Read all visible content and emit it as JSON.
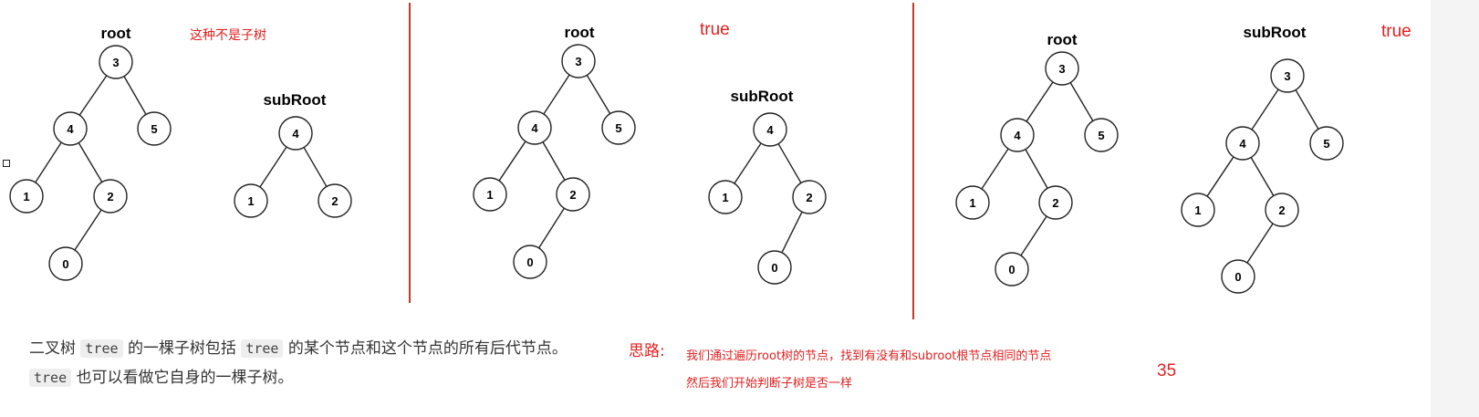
{
  "panels": [
    {
      "trees": [
        {
          "title": "root",
          "nodes": [
            {
              "id": "a",
              "label": "3"
            },
            {
              "id": "b",
              "label": "4"
            },
            {
              "id": "c",
              "label": "5"
            },
            {
              "id": "d",
              "label": "1"
            },
            {
              "id": "e",
              "label": "2"
            },
            {
              "id": "f",
              "label": "0"
            }
          ],
          "edges": [
            [
              "a",
              "b"
            ],
            [
              "a",
              "c"
            ],
            [
              "b",
              "d"
            ],
            [
              "b",
              "e"
            ],
            [
              "e",
              "f"
            ]
          ]
        },
        {
          "title": "subRoot",
          "nodes": [
            {
              "id": "a",
              "label": "4"
            },
            {
              "id": "b",
              "label": "1"
            },
            {
              "id": "c",
              "label": "2"
            }
          ],
          "edges": [
            [
              "a",
              "b"
            ],
            [
              "a",
              "c"
            ]
          ]
        }
      ],
      "note": "这种不是子树"
    },
    {
      "trees": [
        {
          "title": "root",
          "nodes": [
            {
              "id": "a",
              "label": "3"
            },
            {
              "id": "b",
              "label": "4"
            },
            {
              "id": "c",
              "label": "5"
            },
            {
              "id": "d",
              "label": "1"
            },
            {
              "id": "e",
              "label": "2"
            },
            {
              "id": "f",
              "label": "0"
            }
          ],
          "edges": [
            [
              "a",
              "b"
            ],
            [
              "a",
              "c"
            ],
            [
              "b",
              "d"
            ],
            [
              "b",
              "e"
            ],
            [
              "e",
              "f"
            ]
          ]
        },
        {
          "title": "subRoot",
          "nodes": [
            {
              "id": "a",
              "label": "4"
            },
            {
              "id": "b",
              "label": "1"
            },
            {
              "id": "c",
              "label": "2"
            },
            {
              "id": "d",
              "label": "0"
            }
          ],
          "edges": [
            [
              "a",
              "b"
            ],
            [
              "a",
              "c"
            ],
            [
              "c",
              "d"
            ]
          ]
        }
      ],
      "note": "true"
    },
    {
      "trees": [
        {
          "title": "root",
          "nodes": [
            {
              "id": "a",
              "label": "3"
            },
            {
              "id": "b",
              "label": "4"
            },
            {
              "id": "c",
              "label": "5"
            },
            {
              "id": "d",
              "label": "1"
            },
            {
              "id": "e",
              "label": "2"
            },
            {
              "id": "f",
              "label": "0"
            }
          ],
          "edges": [
            [
              "a",
              "b"
            ],
            [
              "a",
              "c"
            ],
            [
              "b",
              "d"
            ],
            [
              "b",
              "e"
            ],
            [
              "e",
              "f"
            ]
          ]
        },
        {
          "title": "subRoot",
          "nodes": [
            {
              "id": "a",
              "label": "3"
            },
            {
              "id": "b",
              "label": "4"
            },
            {
              "id": "c",
              "label": "5"
            },
            {
              "id": "d",
              "label": "1"
            },
            {
              "id": "e",
              "label": "2"
            },
            {
              "id": "f",
              "label": "0"
            }
          ],
          "edges": [
            [
              "a",
              "b"
            ],
            [
              "a",
              "c"
            ],
            [
              "b",
              "d"
            ],
            [
              "b",
              "e"
            ],
            [
              "e",
              "f"
            ]
          ]
        }
      ],
      "note": "true"
    }
  ],
  "description": {
    "part1": "二叉树",
    "code1": "tree",
    "part2": "的一棵子树包括",
    "code2": "tree",
    "part3": "的某个节点和这个节点的所有后代节点。",
    "code3": "tree",
    "part4": "也可以看做它自身的一棵子树。"
  },
  "idea": {
    "label": "思路:",
    "line1": "我们通过遍历root树的节点，找到有没有和subroot根节点相同的节点",
    "line2": "然后我们开始判断子树是否一样"
  },
  "counter": "35",
  "colors": {
    "accent": "#e02020",
    "divider": "#c0392b",
    "node_stroke": "#222222"
  }
}
